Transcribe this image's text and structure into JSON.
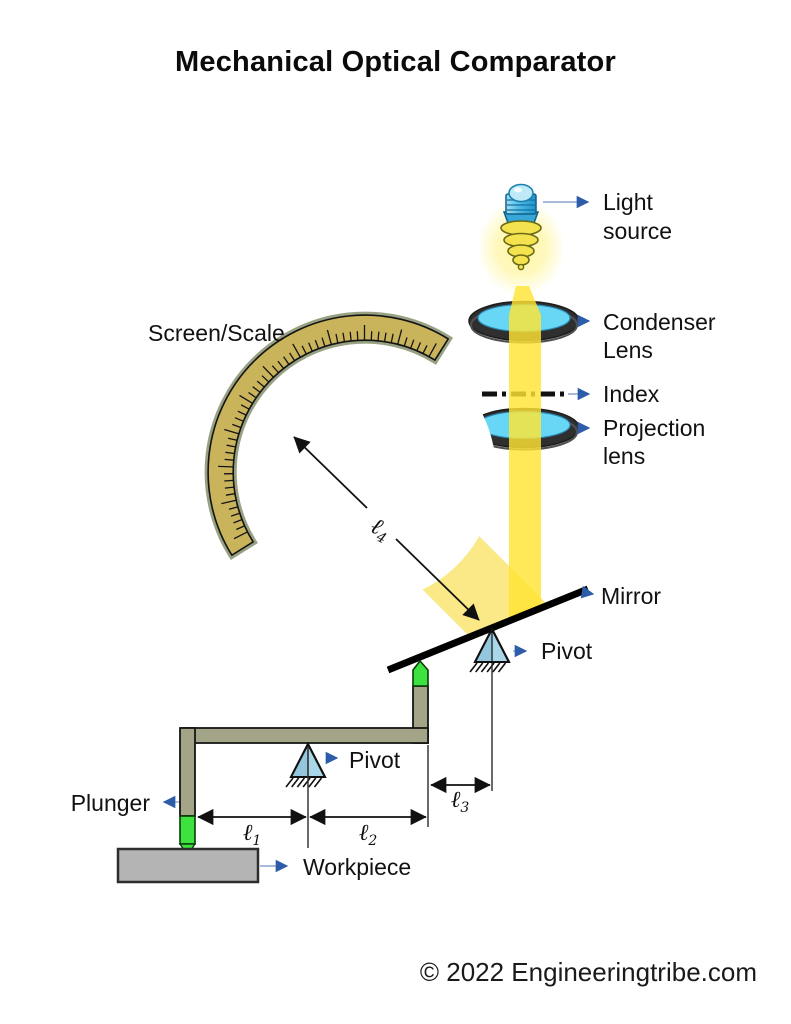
{
  "title": "Mechanical Optical Comparator",
  "copyright": "© 2022 Engineeringtribe.com",
  "labels": {
    "screen_scale": "Screen/Scale",
    "light_source": {
      "lines": [
        "Light",
        "source"
      ]
    },
    "condenser_lens": {
      "lines": [
        "Condenser",
        "Lens"
      ]
    },
    "index": "Index",
    "projection_lens": {
      "lines": [
        "Projection",
        "lens"
      ]
    },
    "mirror": "Mirror",
    "pivot_upper": "Pivot",
    "pivot_lower": "Pivot",
    "plunger": "Plunger",
    "workpiece": "Workpiece"
  },
  "dimensions": {
    "l1": {
      "symbol": "ℓ",
      "sub": "1"
    },
    "l2": {
      "symbol": "ℓ",
      "sub": "2"
    },
    "l3": {
      "symbol": "ℓ",
      "sub": "3"
    },
    "l4": {
      "symbol": "ℓ",
      "sub": "4"
    }
  },
  "colors": {
    "beam_yellow": "#ffe433",
    "beam_reflected": "#f9e468",
    "lens_glass": "#68d7f6",
    "scale_band": "#c9b45c",
    "pivot_fill": "#a9d6e8",
    "lever_fill": "#a4a588",
    "plunger_green": "#3ee23e",
    "workpiece_gray": "#b4b4b4",
    "label_arrow_blue": "#2d5ca8",
    "ink": "#111111"
  }
}
